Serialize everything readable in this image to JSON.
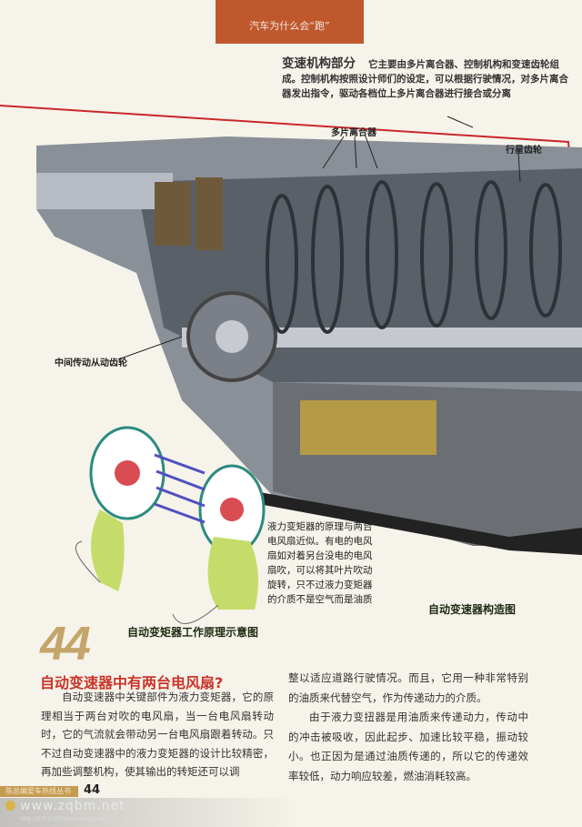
{
  "header": {
    "title": "汽车为什么会“跑”"
  },
  "intro": {
    "heading": "变速机构部分",
    "text": "它主要由多片离合器、控制机构和变速齿轮组成。控制机构按照设计师们的设定，可以根据行驶情况，对多片离合器发出指令，驱动各档位上多片离合器进行接合或分离"
  },
  "labels": {
    "clutch": "多片离合器",
    "planetary": "行星齿轮",
    "driven_gear": "中间传动从动齿轮"
  },
  "fan_caption": "液力变矩器的原理与两台电风扇近似。有电的电风扇如对着另台没电的电风扇吹，可以将其叶片吹动旋转，只不过液力变矩器的介质不是空气而是油质",
  "captions": {
    "fan_diagram": "自动变矩器工作原理示意图",
    "transmission_diagram": "自动变速器构造图"
  },
  "article": {
    "number": "44",
    "title": "自动变速器中有两台电风扇?",
    "left_paragraph": "自动变速器中关键部件为液力变矩器，它的原理相当于两台对吹的电风扇，当一台电风扇转动时，它的气流就会带动另一台电风扇跟着转动。只不过自动变速器中的液力变矩器的设计比较精密，再加些调整机构，使其输出的转矩还可以调",
    "right_continuation": "整以适应道路行驶情况。而且，它用一种非常特别的油质来代替空气，作为传递动力的介质。",
    "right_paragraph": "由于液力变扭器是用油质来传递动力，传动中的冲击被吸收，因此起步、加速比较平稳，振动较小。也正因为是通过油质传递的，所以它的传递效率较低，动力响应较差，燃油消耗较高。"
  },
  "footer": {
    "series": "陈总编爱车热线丛书",
    "page": "44"
  },
  "watermark": {
    "site": "www.zqbm.net",
    "url": "http://375278750.qzone.qq.com"
  },
  "colors": {
    "header": "#c0582e",
    "title": "#c9342a",
    "number": "#c4a56a",
    "callout_line": "#c8282a"
  }
}
